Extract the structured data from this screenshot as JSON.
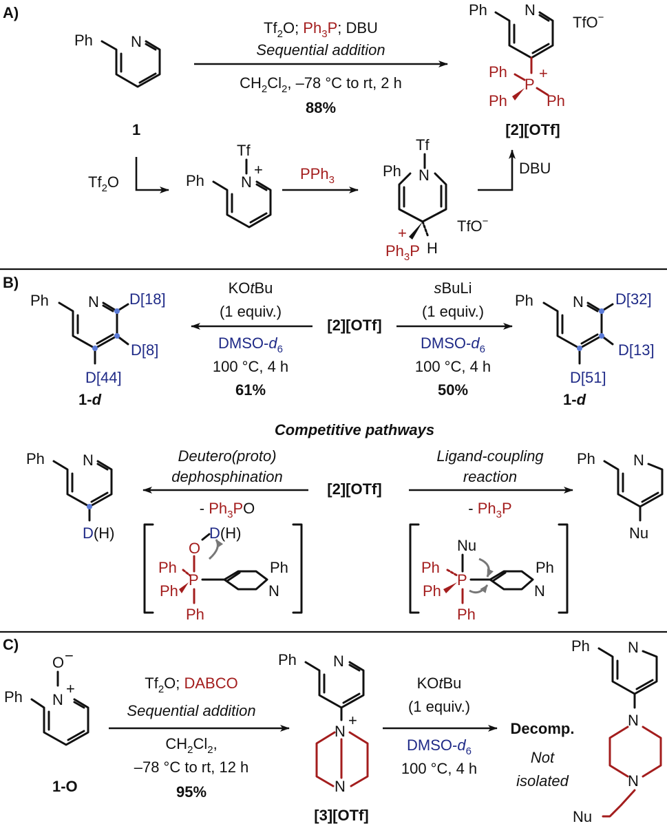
{
  "panels": {
    "a": {
      "label": "A)",
      "start_name": "1",
      "cond_line1": "Tf2O; Ph3P; DBU",
      "cond_line2": "Sequential addition",
      "cond_line3": "CH2Cl2, –78 °C to rt, 2 h",
      "yield": "88%",
      "product_name": "[2][OTf]",
      "counterion": "TfO",
      "mech_reagent1": "Tf2O",
      "mech_reagent2": "PPh3",
      "mech_reagent3": "DBU"
    },
    "b": {
      "label": "B)",
      "center": "[2][OTf]",
      "left": {
        "base": "KOtBu",
        "equiv": "(1 equiv.)",
        "solvent": "DMSO-d6",
        "temp": "100 °C, 4 h",
        "yield": "61%",
        "d_ortho": "D[18]",
        "d_meta": "D[8]",
        "d_para": "D[44]",
        "product": "1-d"
      },
      "right": {
        "base": "sBuLi",
        "equiv": "(1 equiv.)",
        "solvent": "DMSO-d6",
        "temp": "100 °C, 4 h",
        "yield": "50%",
        "d_ortho": "D[32]",
        "d_meta": "D[13]",
        "d_para": "D[51]",
        "product": "1-d"
      },
      "competitive_title": "Competitive pathways",
      "path_left_line1": "Deutero(proto)",
      "path_left_line2": "dephosphination",
      "path_left_byproduct": "- Ph3PO",
      "path_left_product_sub": "D(H)",
      "path_left_ts_sub": "D(H)",
      "path_right_line1": "Ligand-coupling",
      "path_right_line2": "reaction",
      "path_right_byproduct": "- Ph3P",
      "path_right_product_sub": "Nu",
      "path_right_ts_sub": "Nu"
    },
    "c": {
      "label": "C)",
      "start_name": "1-O",
      "cond_line1": "Tf2O; DABCO",
      "cond_line2": "Sequential addition",
      "cond_line3": "CH2Cl2,",
      "cond_line4": "–78 °C to rt, 12 h",
      "yield": "95%",
      "intermediate_name": "[3][OTf]",
      "step2_base": "KOtBu",
      "step2_equiv": "(1 equiv.)",
      "step2_solvent": "DMSO-d6",
      "step2_temp": "100 °C, 4 h",
      "outcome": "Decomp.",
      "outcome_note1": "Not",
      "outcome_note2": "isolated",
      "product_sub": "Nu"
    }
  },
  "atoms": {
    "ph": "Ph",
    "n": "N",
    "p": "P",
    "o": "O",
    "h": "H",
    "tf": "Tf",
    "plus": "+",
    "minus": "−"
  },
  "colors": {
    "phosphorus_red": "#a31d1d",
    "deuterium_blue": "#1f2a87",
    "curly_arrow_grey": "#777777"
  }
}
